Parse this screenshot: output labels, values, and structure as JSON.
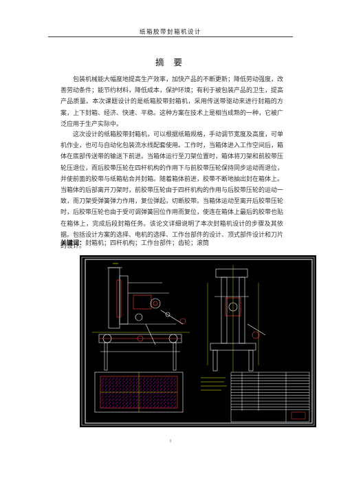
{
  "header": {
    "title": "纸箱胶带封箱机设计"
  },
  "abstract": {
    "title": "摘 要",
    "paragraphs": [
      "包装机械能大幅度地提高生产效率，加快产品的不断更新；降低劳动强度，改善劳动条件；能节约材料，降低成本，保护环境；有利于被包装产品的卫生，提高产品质量。本次课题设计的是纸箱胶带封箱机，采用传送带驱动来进行封箱的方案，上下封箱、经济、快速、平稳。这种方案在技术上是相当成熟的一种，它被广泛应用于生产实际中。",
      "这次设计的纸箱胶带封箱机，可以根据纸箱规格，手动调节宽度及高度，可单机作业，也可与自动化包装流水线配套使用。工作时，当箱体进入工作空间后，箱体在底部传送带的输送下前进。当箱体运行至刀架位置时，箱体将刀架和前胶带压轮压退位，而后胶带压轮在四杆机构的作用下与前胶带压轮保持同步运动而退位，并使前面的胶带与纸箱粘合并封箱。随着箱体前进，胶带不断地抽出封在箱体上。当箱体的后部离开刀架时，前胶带压轮由于四杆机构的作用与后胶带压轮的运动一致，而刀架受弹簧弹力作用，复位弹起，切断胶带。当箱体运动至离开后胶带压轮时，后胶带压轮也由于受可调弹簧回位作用而复位，使连在箱体上最后的胶带也贴在箱体上，完成后段封箱任务。该论文详细说明了本次封箱机设计的步骤及其依据。包括设计方案的选择、电机的选择、工作台部件的设计、顶式部件设计和刀片的设计。"
    ],
    "keywords_label": "关键词：",
    "keywords": "封箱机；四杆机构；工作台部件；齿轮；滚筒"
  },
  "drawing": {
    "icon": "mechanical-assembly-drawing",
    "colors": {
      "background": "#000000",
      "lines": "#ffffff",
      "annotations": "#ff3030",
      "dimensions": "#ffff00",
      "hatch": "#ff00ff"
    }
  },
  "footer": {
    "page_number": "I"
  }
}
